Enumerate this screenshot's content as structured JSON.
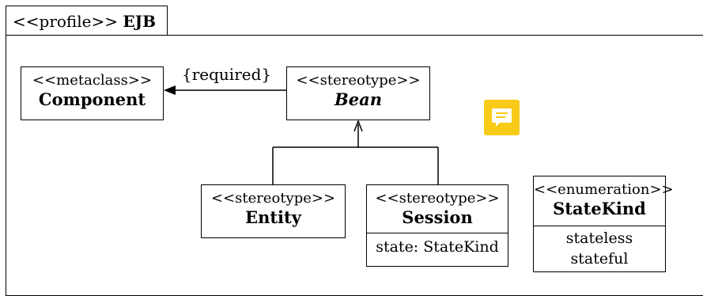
{
  "profile": {
    "stereotype": "<<profile>>",
    "name": "EJB"
  },
  "elements": {
    "component": {
      "stereotype": "<<metaclass>>",
      "name": "Component"
    },
    "bean": {
      "stereotype": "<<stereotype>>",
      "name": "Bean"
    },
    "entity": {
      "stereotype": "<<stereotype>>",
      "name": "Entity"
    },
    "session": {
      "stereotype": "<<stereotype>>",
      "name": "Session",
      "attribute": "state: StateKind"
    },
    "statekind": {
      "stereotype": "<<enumeration>>",
      "name": "StateKind",
      "literals": [
        "stateless",
        "stateful"
      ]
    }
  },
  "extension_label": "{required}",
  "note_icon": "comment-icon",
  "colors": {
    "note_icon": "#f7cb17"
  }
}
